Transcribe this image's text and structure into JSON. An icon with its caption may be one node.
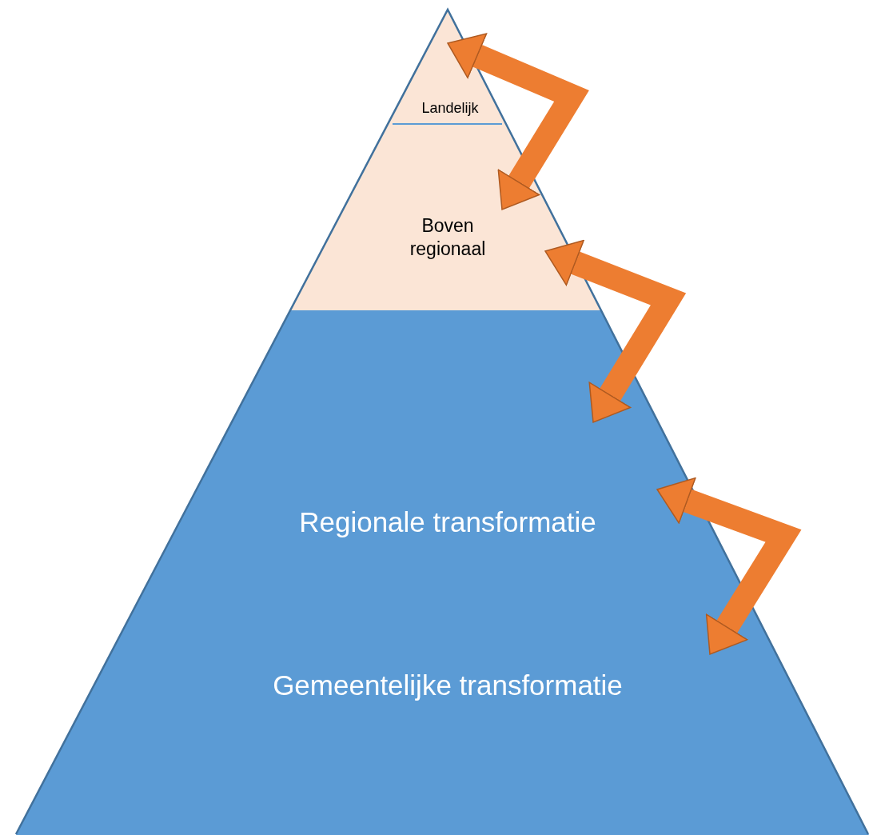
{
  "diagram": {
    "nodes": [
      {
        "text": [
          "Landelijk"
        ]
      },
      {
        "text": [
          "Boven regionaal"
        ]
      },
      {
        "text": [
          "Regionale transformatie"
        ]
      },
      {
        "text": [
          "Gemeentelijke transformatie"
        ]
      }
    ],
    "edges": [
      {
        "from": 0,
        "to": 1,
        "arrow": "both"
      },
      {
        "from": 1,
        "to": 2,
        "arrow": "both"
      },
      {
        "from": 2,
        "to": 3,
        "arrow": "both"
      }
    ]
  }
}
